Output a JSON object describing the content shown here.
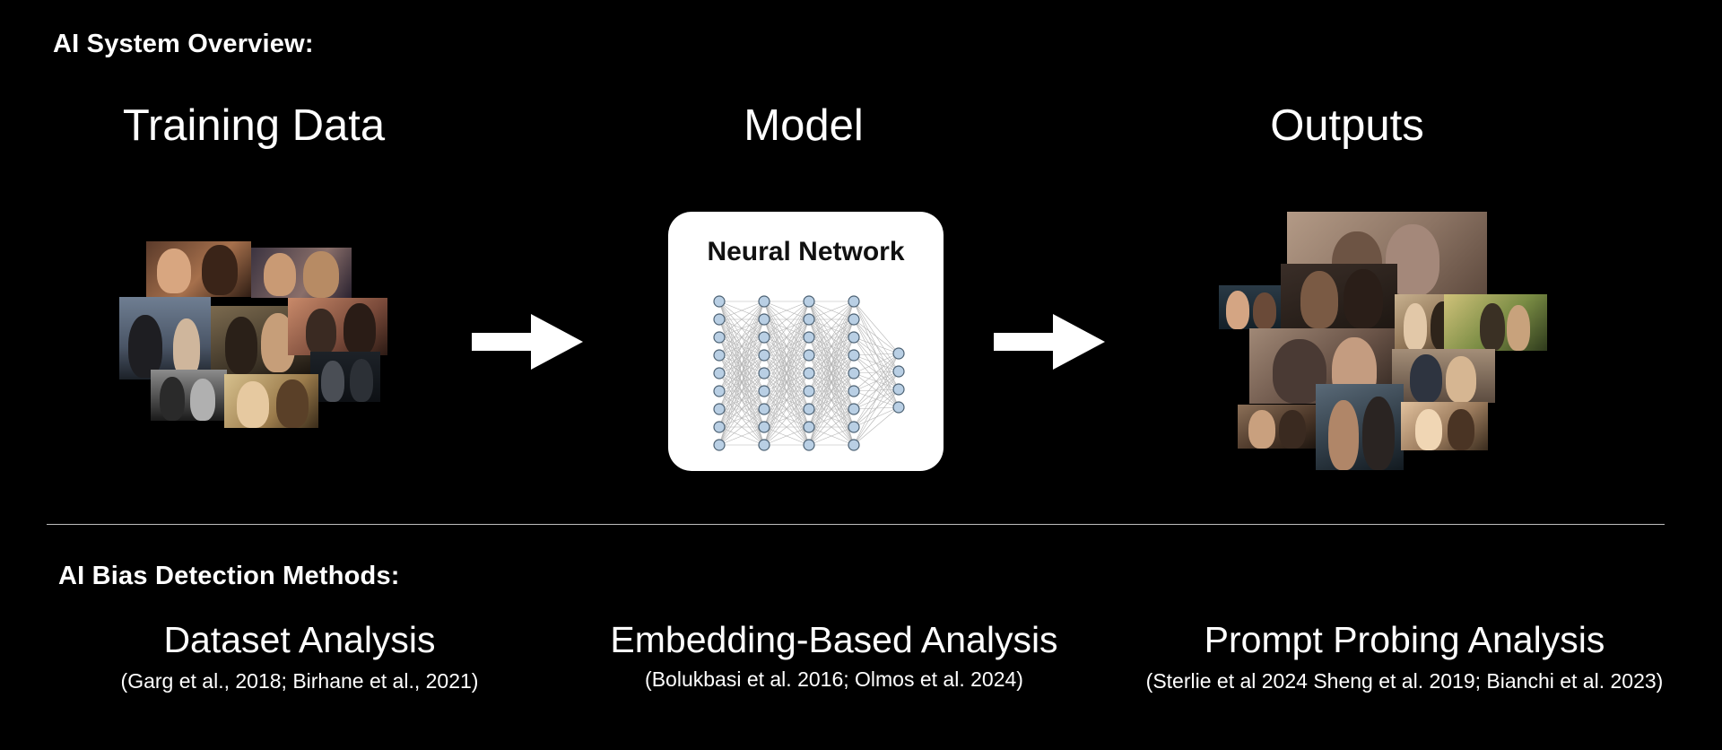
{
  "overview": {
    "heading": "AI System Overview:",
    "stages": [
      {
        "title": "Training Data"
      },
      {
        "title": "Model"
      },
      {
        "title": "Outputs"
      }
    ],
    "model_box_title": "Neural Network",
    "network_layers": [
      9,
      9,
      9,
      9,
      4
    ]
  },
  "methods": {
    "heading": "AI Bias Detection Methods:",
    "items": [
      {
        "title": "Dataset Analysis",
        "citation": "(Garg et al., 2018; Birhane et al., 2021)"
      },
      {
        "title": "Embedding-Based Analysis",
        "citation": "(Bolukbasi et al. 2016; Olmos et al. 2024)"
      },
      {
        "title": "Prompt Probing Analysis",
        "citation": "(Sterlie et al 2024 Sheng et al. 2019; Bianchi et al. 2023)"
      }
    ]
  },
  "colors": {
    "background": "#000000",
    "text": "#ffffff",
    "node_fill": "#b9cfe4",
    "node_stroke": "#4c6173",
    "edge": "#b5b5b5"
  }
}
